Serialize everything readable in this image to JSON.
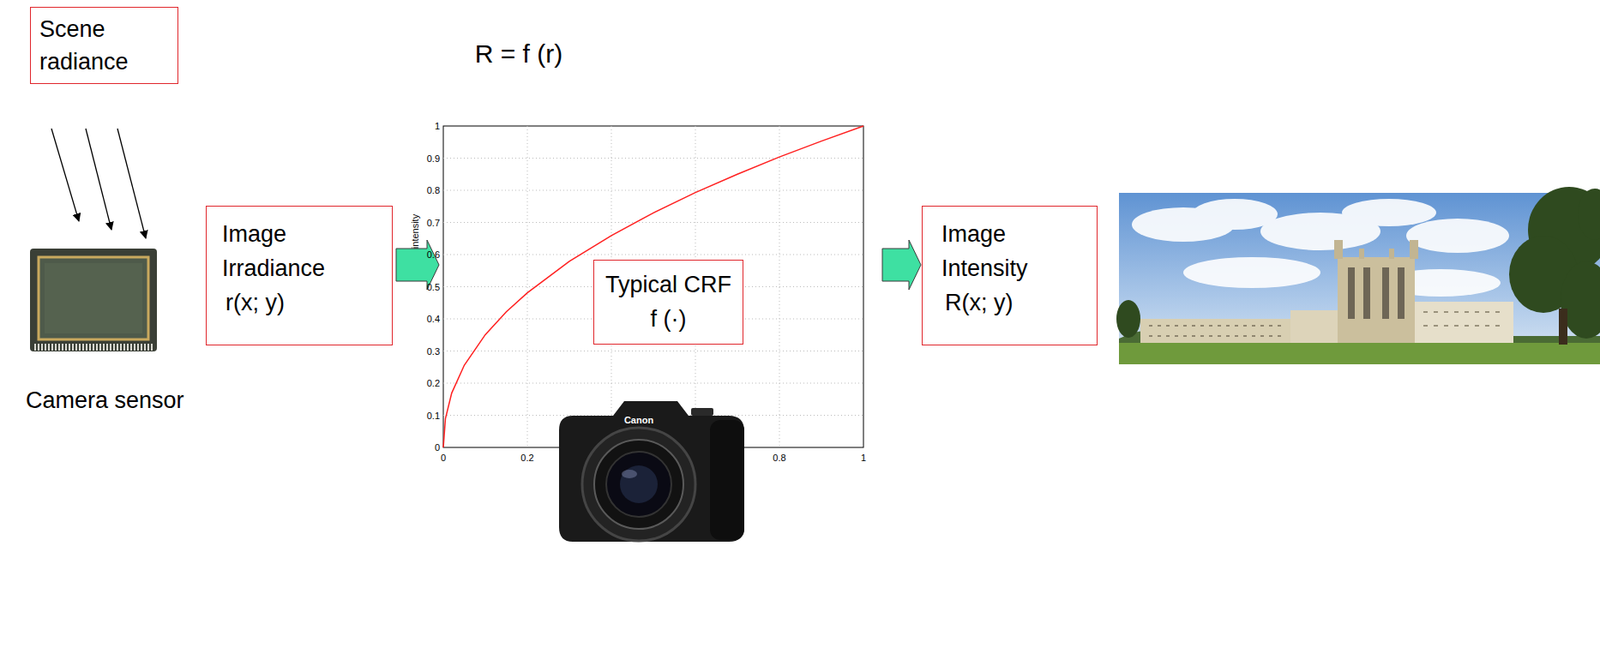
{
  "diagram": {
    "nodes": [
      {
        "text": [
          "Scene radiance"
        ]
      },
      {
        "text": [
          "Image Irradiance",
          "r(x; y)"
        ]
      },
      {
        "text": [
          "Typical CRF",
          "f (·)"
        ]
      },
      {
        "text": [
          "Image Intensity",
          "R(x; y)"
        ]
      }
    ],
    "edges": [
      {
        "from": 1,
        "to": 2,
        "arrow": "to"
      },
      {
        "from": 2,
        "to": 3,
        "arrow": "to"
      }
    ],
    "labels": [
      "R = f (r)",
      "Camera sensor",
      "intensity",
      "Canon",
      "0",
      "0.1",
      "0.2",
      "0.3",
      "0.4",
      "0.5",
      "0.6",
      "0.7",
      "0.8",
      "0.9",
      "1",
      "0",
      "0.2",
      "0.8",
      "1"
    ]
  }
}
